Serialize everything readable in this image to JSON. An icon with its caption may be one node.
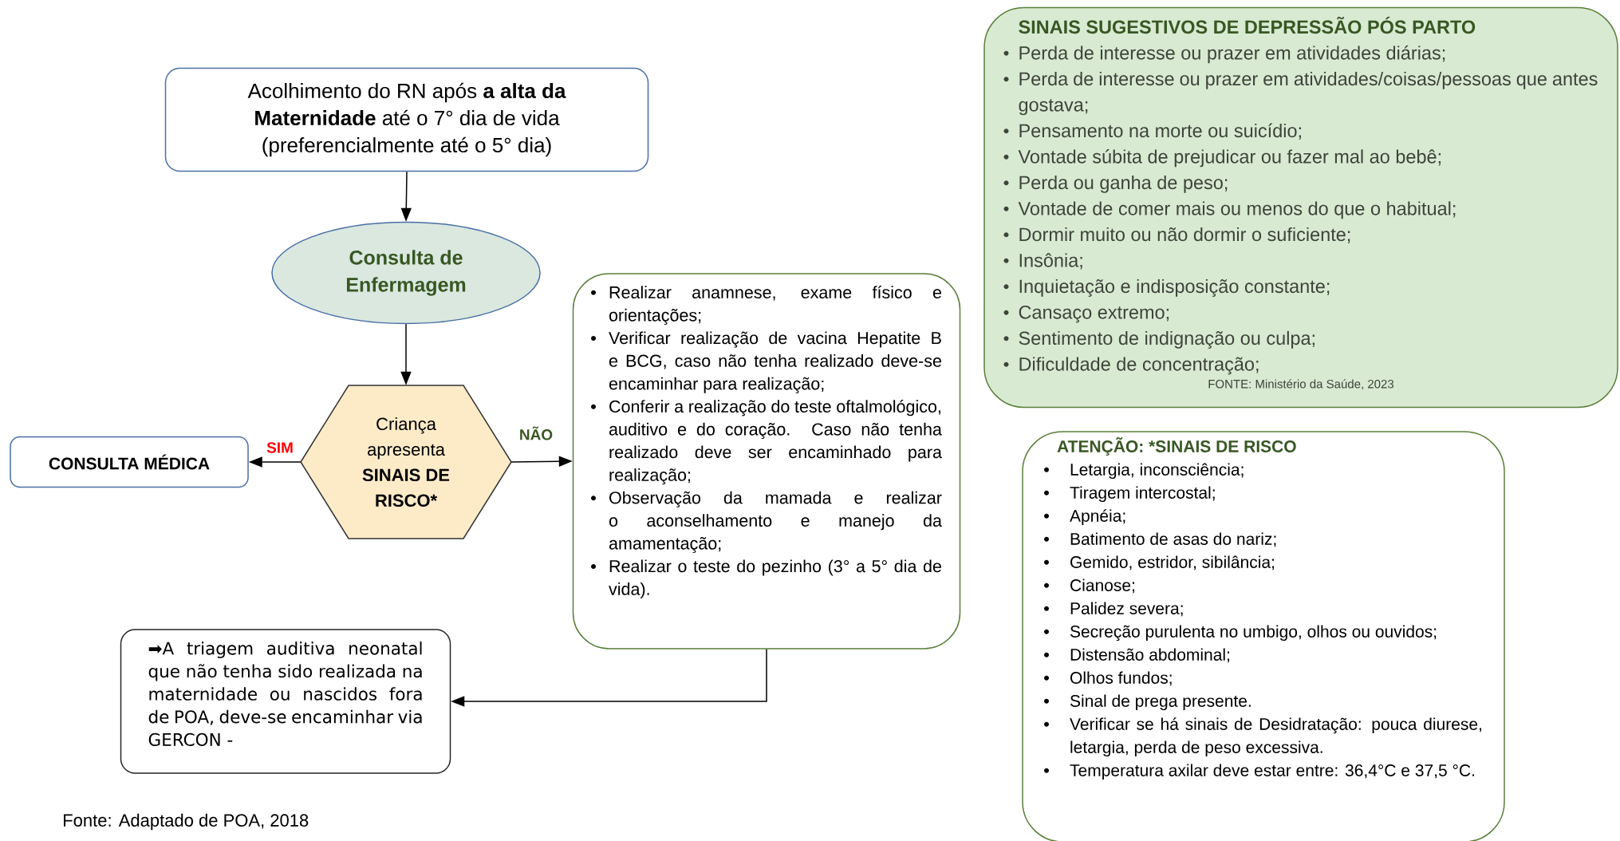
{
  "diagram": {
    "nodes": [
      {
        "text": [
          "Acolhimento do RN após **a alta da Maternidade** até o 7° dia de vida (preferencialmente até o 5° dia)"
        ]
      },
      {
        "text": [
          "Consulta de Enfermagem"
        ]
      },
      {
        "text": [
          "Criança apresenta",
          "SINAIS DE RISCO*"
        ]
      },
      {
        "text": [
          "CONSULTA MÉDICA"
        ]
      },
      {
        "text": [
          "Realizar anamnese, exame físico e orientações;",
          "Verificar realização de vacina Hepatite B e BCG, caso não tenha realizado deve-se encaminhar para realização;",
          "Conferir a realização do teste oftalmológico, auditivo e do coração. Caso não tenha realizado deve ser encaminhado para realização;",
          "Observação da mamada e realizar o aconselhamento e manejo da amamentação;",
          "Realizar o teste do pezinho (3° a 5° dia de vida)."
        ]
      },
      {
        "text": [
          "➡A triagem auditiva neonatal que não tenha sido realizada na maternidade ou nascidos fora de POA, deve-se encaminhar via GERCON -"
        ]
      },
      {
        "text": [
          "SINAIS SUGESTIVOS DE DEPRESSÃO PÓS PARTO",
          "Perda de interesse ou prazer em atividades diárias;",
          "Perda de interesse ou prazer em atividades/coisas/pessoas que antes gostava;",
          "Pensamento na morte ou suicídio;",
          "Vontade súbita de prejudicar ou fazer mal ao bebê;",
          "Perda ou ganha de peso;",
          "Vontade de comer mais ou menos do que o habitual;",
          "Dormir muito ou não dormir o suficiente;",
          "Insônia;",
          "Inquietação e indisposição constante;",
          "Cansaço extremo;",
          "Sentimento de indignação ou culpa;",
          "Dificuldade de concentração;",
          "FONTE: Ministério da Saúde, 2023"
        ]
      },
      {
        "text": [
          "ATENÇÃO: *SINAIS DE RISCO",
          "Letargia, inconsciência;",
          "Tiragem intercostal;",
          "Apnéia;",
          "Batimento de asas do nariz;",
          "Gemido, estridor, sibilância;",
          "Cianose;",
          "Palidez severa;",
          "Secreção purulenta no umbigo, olhos ou ouvidos;",
          "Distensão abdominal;",
          "Olhos fundos;",
          "Sinal de prega presente.",
          "Verificar se há sinais de Desidratação: pouca diurese, letargia, perda de peso excessiva.",
          "Temperatura axilar deve estar entre: 36,4°C e 37,5 °C."
        ]
      }
    ],
    "edges": [
      {
        "from": 0,
        "to": 1,
        "arrow": "to"
      },
      {
        "from": 1,
        "to": 2,
        "arrow": "to"
      },
      {
        "from": 2,
        "to": 3,
        "arrow": "to",
        "label": "SIM"
      },
      {
        "from": 2,
        "to": 4,
        "arrow": "to",
        "label": "NÃO"
      },
      {
        "from": 4,
        "to": 5,
        "arrow": "to"
      }
    ],
    "labels": [
      "Fonte: Adaptado de POA, 2018"
    ]
  }
}
